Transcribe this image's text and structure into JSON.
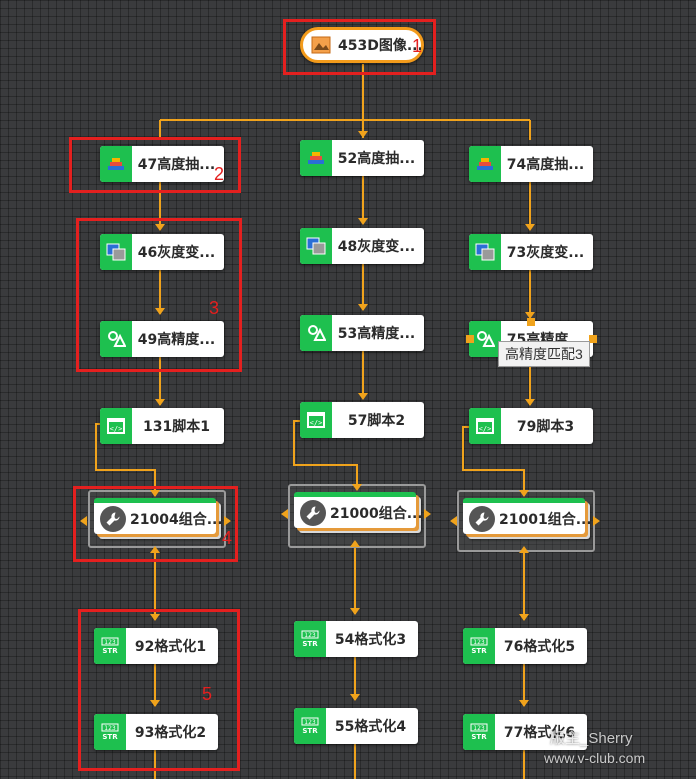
{
  "nodes": {
    "source": "453D图像...",
    "h47": "47高度抽...",
    "h52": "52高度抽...",
    "h74": "74高度抽...",
    "g46": "46灰度变...",
    "g48": "48灰度变...",
    "g73": "73灰度变...",
    "m49": "49高精度...",
    "m53": "53高精度...",
    "m75": "75高精度...",
    "s131": "131脚本1",
    "s57": "57脚本2",
    "s79": "79脚本3",
    "c21004": "21004组合...",
    "c21000": "21000组合...",
    "c21001": "21001组合...",
    "f92": "92格式化1",
    "f93": "93格式化2",
    "f54": "54格式化3",
    "f55": "55格式化4",
    "f76": "76格式化5",
    "f77": "77格式化6"
  },
  "tooltip": "高精度匹配3",
  "annotations": [
    "1",
    "2",
    "3",
    "4",
    "5"
  ],
  "watermark": {
    "line1": "版主_Sherry",
    "line2": "www.v-club.com"
  },
  "colors": {
    "canvas": "#3a3b3d",
    "node_icon_bg": "#1ec04f",
    "wire": "#f0a31c",
    "highlight": "#e4201f"
  },
  "icons": {
    "source": "image-icon",
    "height": "height-extract-icon",
    "gray": "gray-transform-icon",
    "match": "match-icon",
    "script": "script-icon",
    "group": "wrench-icon",
    "format": "format-str-icon"
  }
}
